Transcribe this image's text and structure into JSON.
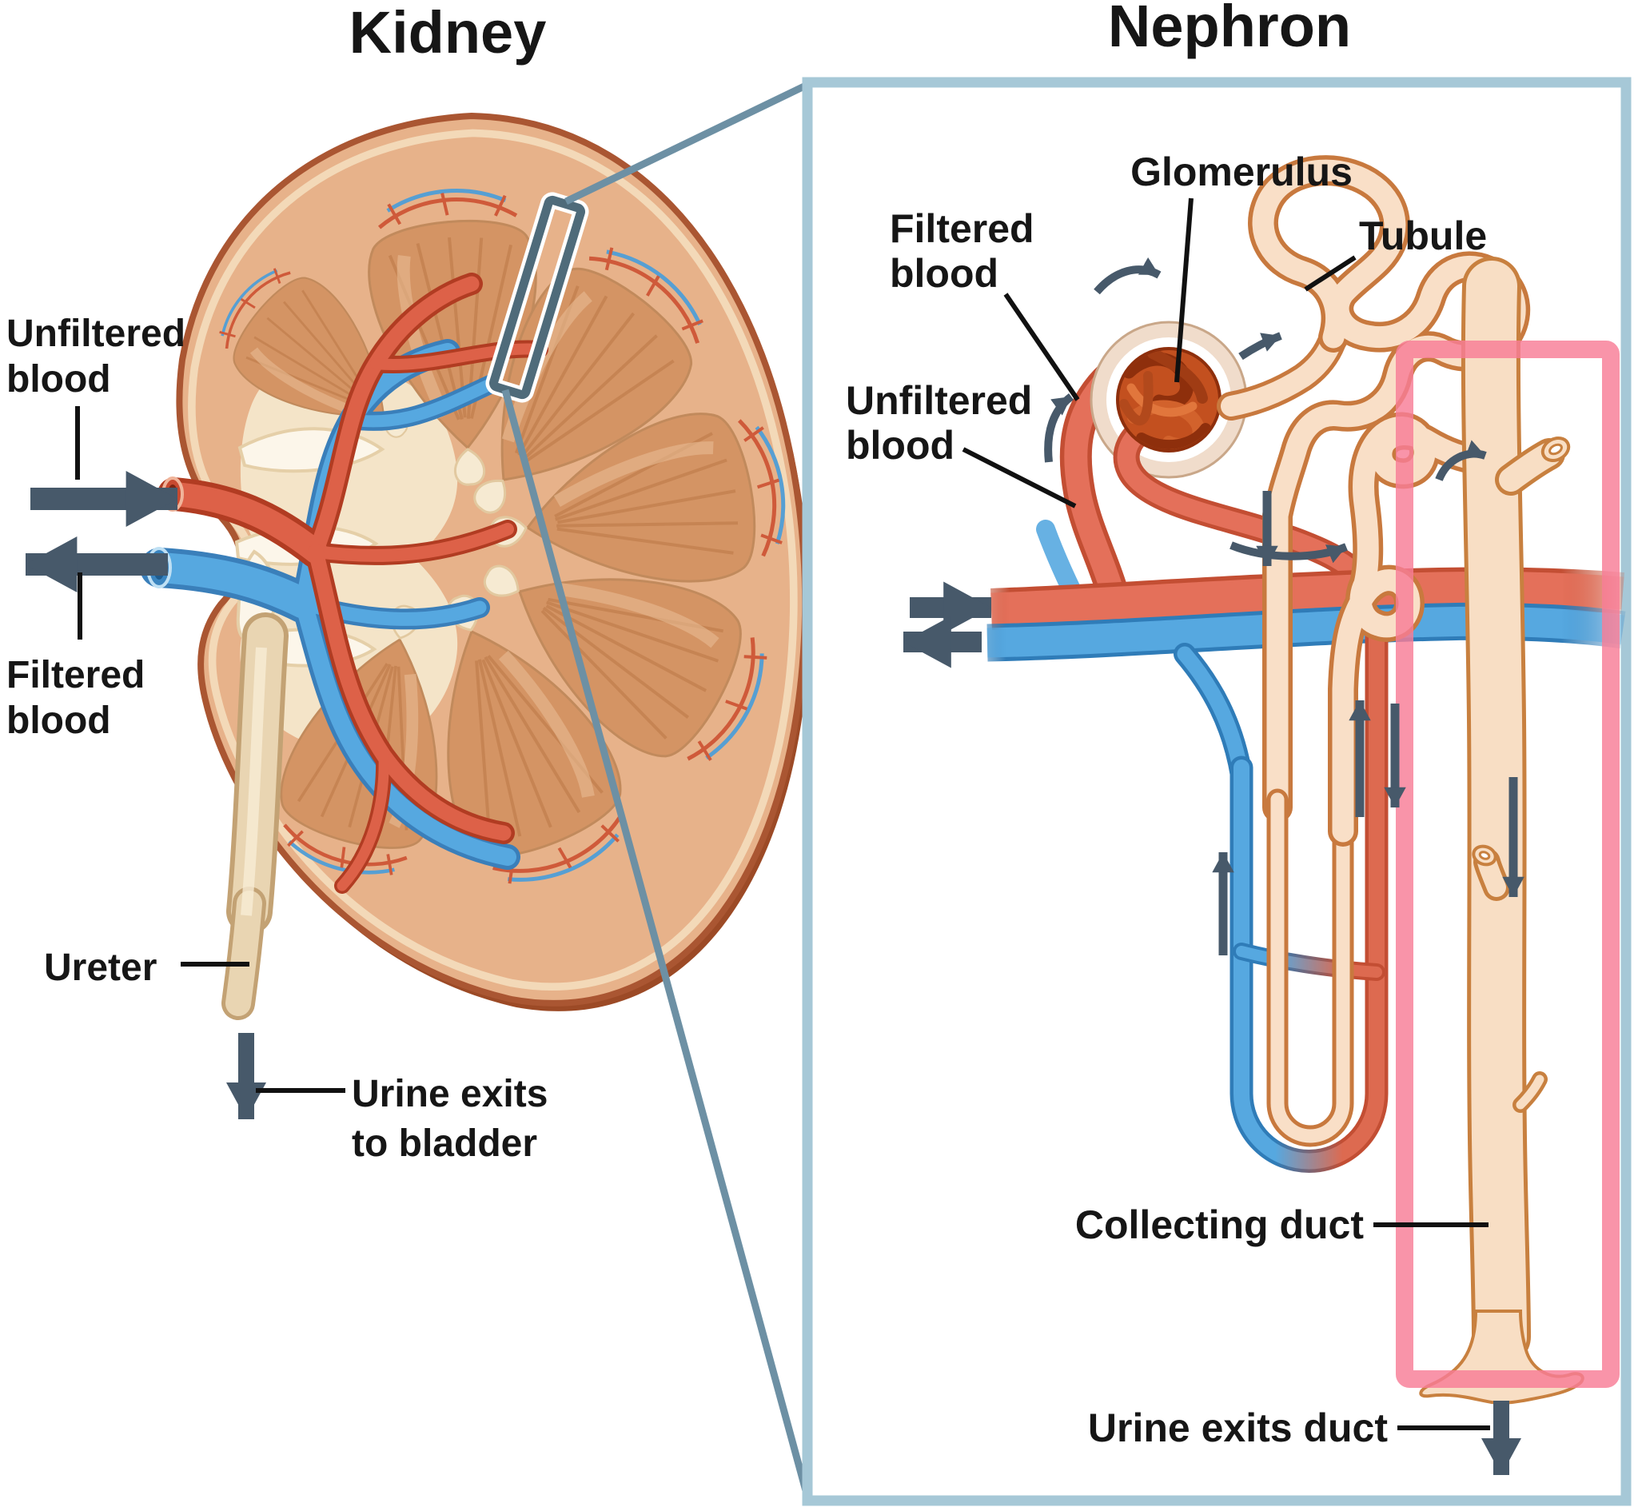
{
  "kidney_panel": {
    "title": "Kidney",
    "labels": {
      "unfiltered_line1": "Unfiltered",
      "unfiltered_line2": "blood",
      "filtered_line1": "Filtered",
      "filtered_line2": "blood",
      "ureter": "Ureter",
      "urine_line1": "Urine exits",
      "urine_line2": "to bladder"
    }
  },
  "nephron_panel": {
    "title": "Nephron",
    "labels": {
      "glomerulus": "Glomerulus",
      "filtered_line1": "Filtered",
      "filtered_line2": "blood",
      "tubule": "Tubule",
      "unfiltered_line1": "Unfiltered",
      "unfiltered_line2": "blood",
      "collecting_duct": "Collecting duct",
      "urine_exits_duct": "Urine exits duct"
    }
  },
  "palette": {
    "artery_red": "#e4705a",
    "artery_red_dark": "#c34e33",
    "vein_blue": "#56a8e0",
    "vein_blue_dark": "#2f7cb8",
    "tubule_peach": "#f9dfc7",
    "tubule_outline": "#c8793e",
    "glomerulus_dark": "#8e2f0c",
    "glomerulus_mid": "#c3501f",
    "kidney_tan": "#e7b28a",
    "kidney_rim": "#aa5632",
    "pyramid_tan": "#d49464",
    "ureter_cream": "#e9d5b2",
    "flow_arrow_slate": "#47596a",
    "panel_border_blue": "#a6c8d7",
    "connector_slate": "#6d90a4",
    "highlight_pink": "#f87d96",
    "label_black": "#161616"
  }
}
